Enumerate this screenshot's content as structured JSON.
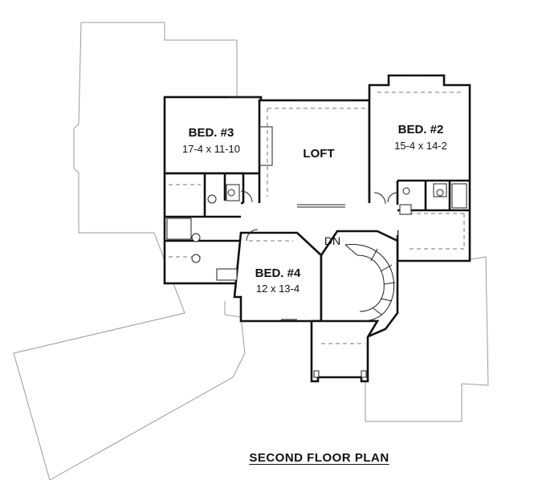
{
  "plan": {
    "title": "SECOND FLOOR PLAN",
    "rooms": {
      "bed3": {
        "name": "BED. #3",
        "size": "17-4 x 11-10"
      },
      "loft": {
        "name": "LOFT"
      },
      "bed2": {
        "name": "BED. #2",
        "size": "15-4 x 14-2"
      },
      "bed4": {
        "name": "BED. #4",
        "size": "12 x 13-4"
      }
    },
    "stair_label": "DN"
  }
}
